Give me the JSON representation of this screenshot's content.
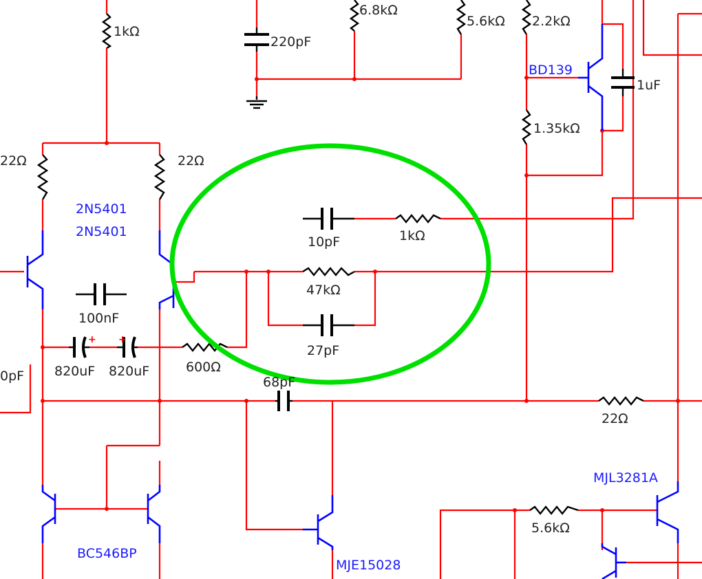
{
  "components": {
    "resistors": {
      "r_1k_top": "1kΩ",
      "r_6_8k": "6.8kΩ",
      "r_5_6k_top": "5.6kΩ",
      "r_2_2k": "2.2kΩ",
      "r_1_35k": "1.35kΩ",
      "r_22_left": "22Ω",
      "r_22_mid": "22Ω",
      "r_1k_mid": "1kΩ",
      "r_47k": "47kΩ",
      "r_600": "600Ω",
      "r_22_right": "22Ω",
      "r_5_6k_bot": "5.6kΩ"
    },
    "capacitors": {
      "c_220p": "220pF",
      "c_1u": "1uF",
      "c_10p": "10pF",
      "c_100n": "100nF",
      "c_27p": "27pF",
      "c_820u_a": "820uF",
      "c_820u_b": "820uF",
      "c_68p": "68pF",
      "c_left_partial": "0pF"
    },
    "transistors": {
      "q_bd139": "BD139",
      "q_2n5401_a": "2N5401",
      "q_2n5401_b": "2N5401",
      "q_bc546bp": "BC546BP",
      "q_mje15028": "MJE15028",
      "q_mjl3281a": "MJL3281A"
    },
    "polarity_mark": "+"
  },
  "highlight": {
    "color": "#00e000",
    "shape": "ellipse"
  },
  "colors": {
    "wire": "#ff0000",
    "component": "#000000",
    "transistor": "#0000ff",
    "background": "#ffffff"
  }
}
